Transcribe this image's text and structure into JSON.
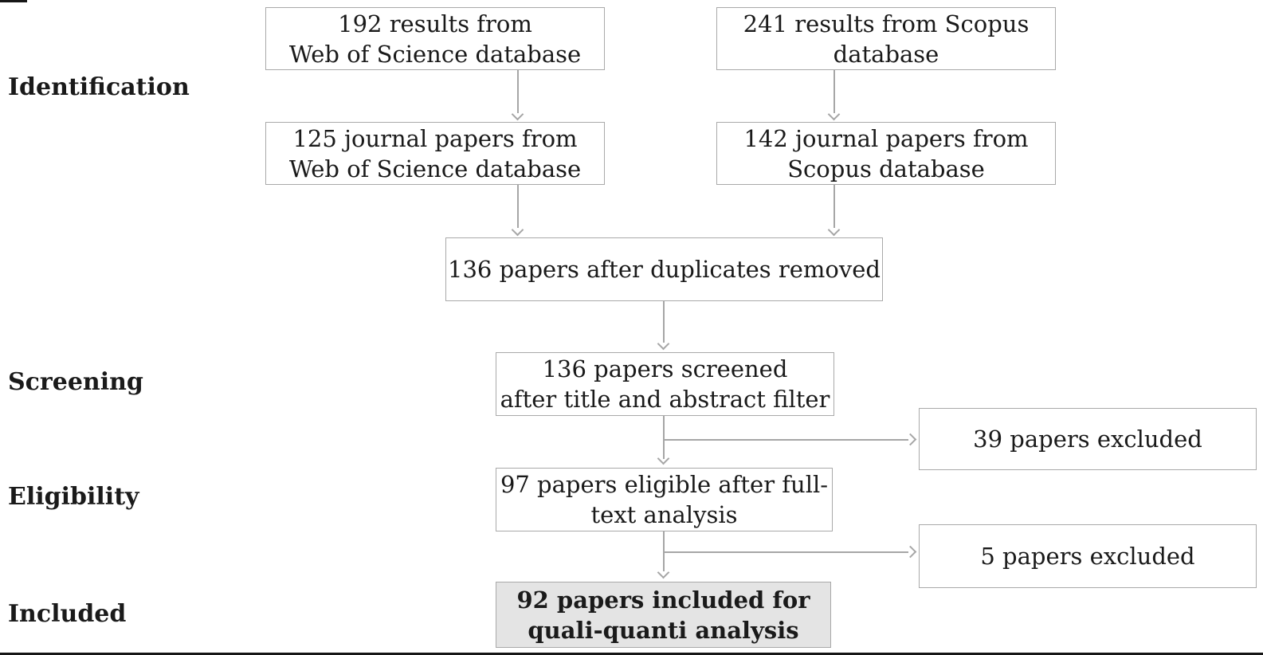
{
  "stages": {
    "identification": "Identification",
    "screening": "Screening",
    "eligibility": "Eligibility",
    "included": "Included"
  },
  "boxes": {
    "wos_results": {
      "lines": [
        "192 results from",
        "Web of Science database"
      ]
    },
    "scopus_results": {
      "lines": [
        "241 results from Scopus",
        "database"
      ]
    },
    "wos_papers": {
      "lines": [
        "125 journal papers from",
        "Web of Science database"
      ]
    },
    "scopus_papers": {
      "lines": [
        "142 journal papers from",
        "Scopus database"
      ]
    },
    "duplicates_removed": {
      "lines": [
        "136 papers after duplicates removed"
      ]
    },
    "screened": {
      "lines": [
        "136 papers screened",
        "after title and abstract filter"
      ]
    },
    "excluded_screening": {
      "lines": [
        "39 papers excluded"
      ]
    },
    "eligible": {
      "lines": [
        "97 papers eligible after full-",
        "text analysis"
      ]
    },
    "excluded_fulltext": {
      "lines": [
        "5 papers excluded"
      ]
    },
    "included": {
      "lines": [
        "92 papers included for",
        "quali-quanti analysis"
      ]
    }
  },
  "colors": {
    "box_border": "#a9a9a9",
    "box_fill": "#ffffff",
    "included_box_fill": "#e4e4e4",
    "arrow": "#a6a6a6",
    "text": "#1a1a1a"
  }
}
